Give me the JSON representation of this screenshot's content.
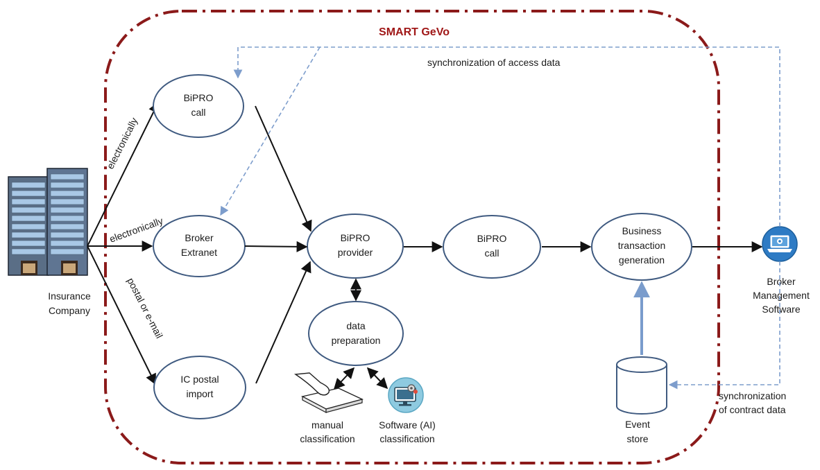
{
  "boundary": {
    "title": "SMART GeVo",
    "color": "#8b1a1a"
  },
  "source": {
    "label_line1": "Insurance",
    "label_line2": "Company"
  },
  "channels": {
    "top": "electronically",
    "middle": "electronically",
    "bottom": "postal or e-mail"
  },
  "nodes": {
    "bipro_call_top": {
      "line1": "BiPRO",
      "line2": "call"
    },
    "broker_extranet": {
      "line1": "Broker",
      "line2": "Extranet"
    },
    "ic_postal_import": {
      "line1": "IC postal",
      "line2": "import"
    },
    "bipro_provider": {
      "line1": "BiPRO",
      "line2": "provider"
    },
    "bipro_call_mid": {
      "line1": "BiPRO",
      "line2": "call"
    },
    "business_transaction": {
      "line1": "Business",
      "line2": "transaction",
      "line3": "generation"
    },
    "data_preparation": {
      "line1": "data",
      "line2": "preparation"
    }
  },
  "classification": {
    "manual_line1": "manual",
    "manual_line2": "classification",
    "software_line1": "Software (AI)",
    "software_line2": "classification"
  },
  "event_store": {
    "line1": "Event",
    "line2": "store"
  },
  "broker_software": {
    "line1": "Broker",
    "line2": "Management",
    "line3": "Software"
  },
  "sync": {
    "access": "synchronization of access data",
    "contract_line1": "synchronization",
    "contract_line2": "of contract data",
    "color": "#7d9dcc"
  },
  "icons": {
    "insurance": "office-buildings-icon",
    "manual": "hand-touch-icon",
    "software": "computer-gear-icon",
    "broker": "laptop-icon",
    "store": "database-cylinder-icon"
  }
}
